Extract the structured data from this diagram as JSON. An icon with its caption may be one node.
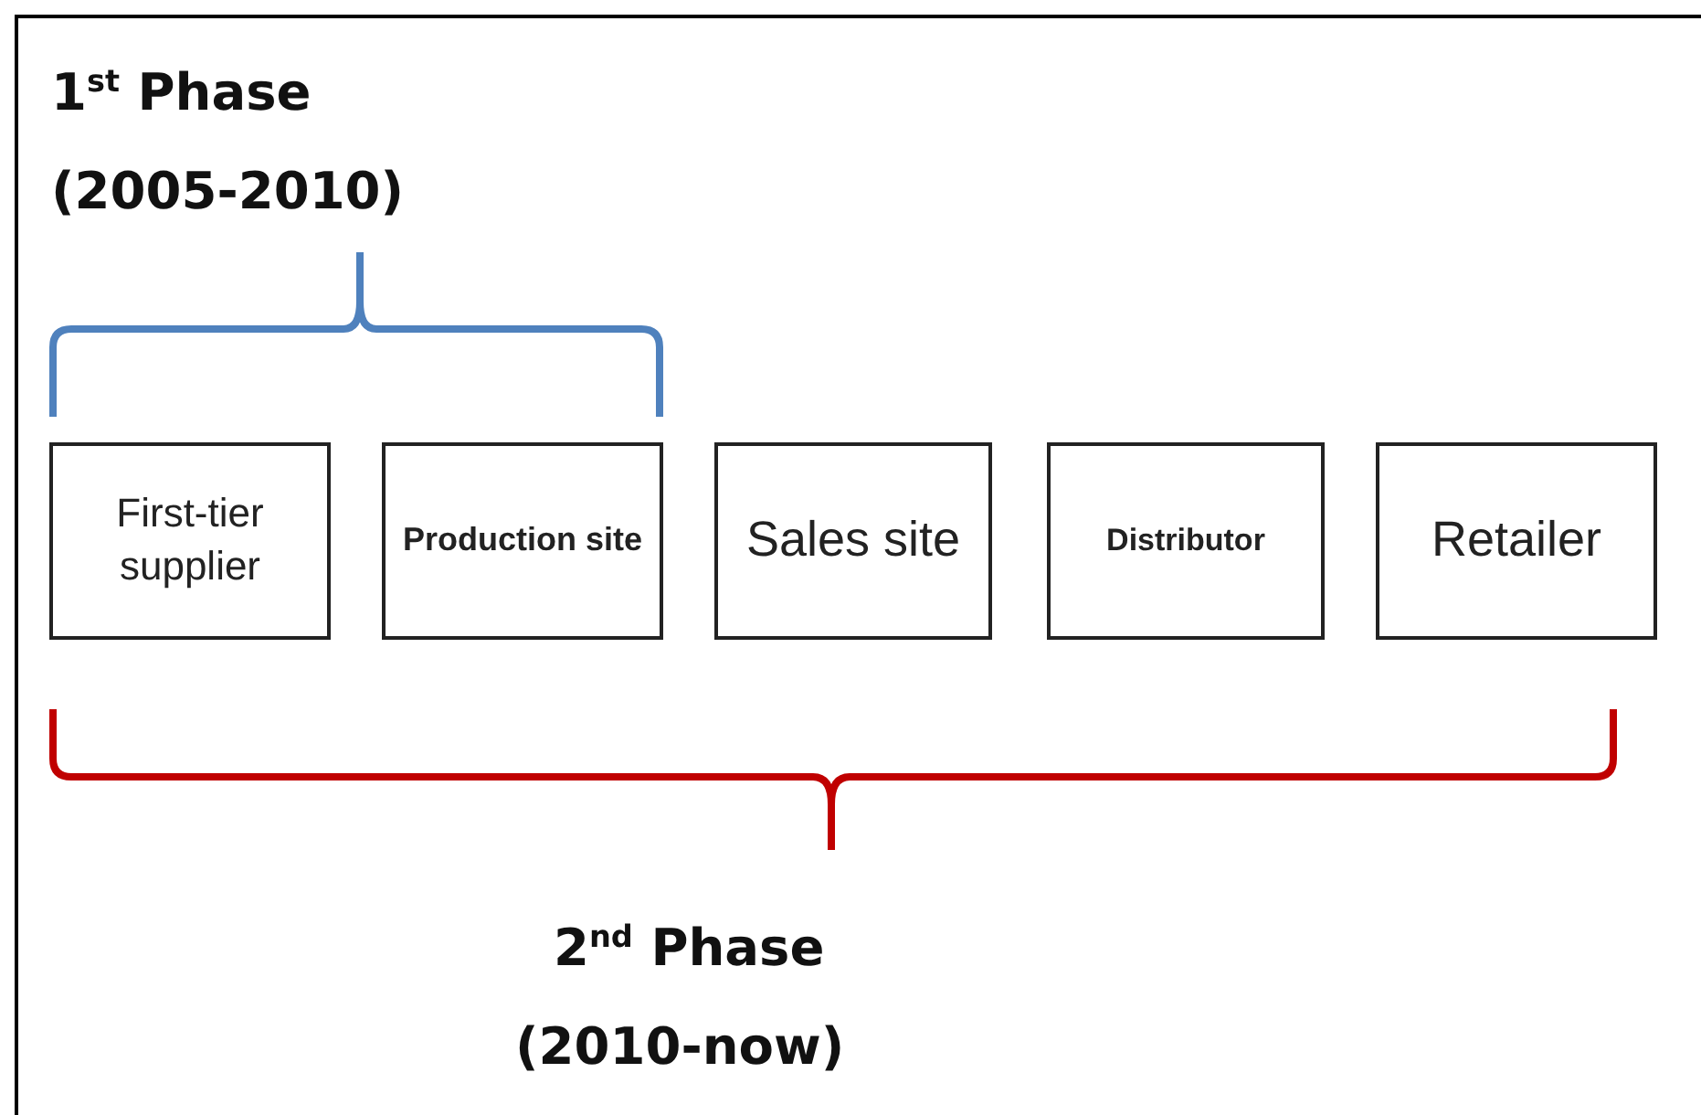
{
  "diagram": {
    "nodes": [
      {
        "text": [
          "First-tier supplier"
        ]
      },
      {
        "text": [
          "Production site"
        ]
      },
      {
        "text": [
          "Sales site"
        ]
      },
      {
        "text": [
          "Distributor"
        ]
      },
      {
        "text": [
          "Retailer"
        ]
      }
    ],
    "labels": [
      "1$^{st}$ Phase",
      "(2005-2010)",
      "2$^{nd}$ Phase",
      "(2010-now)"
    ]
  }
}
